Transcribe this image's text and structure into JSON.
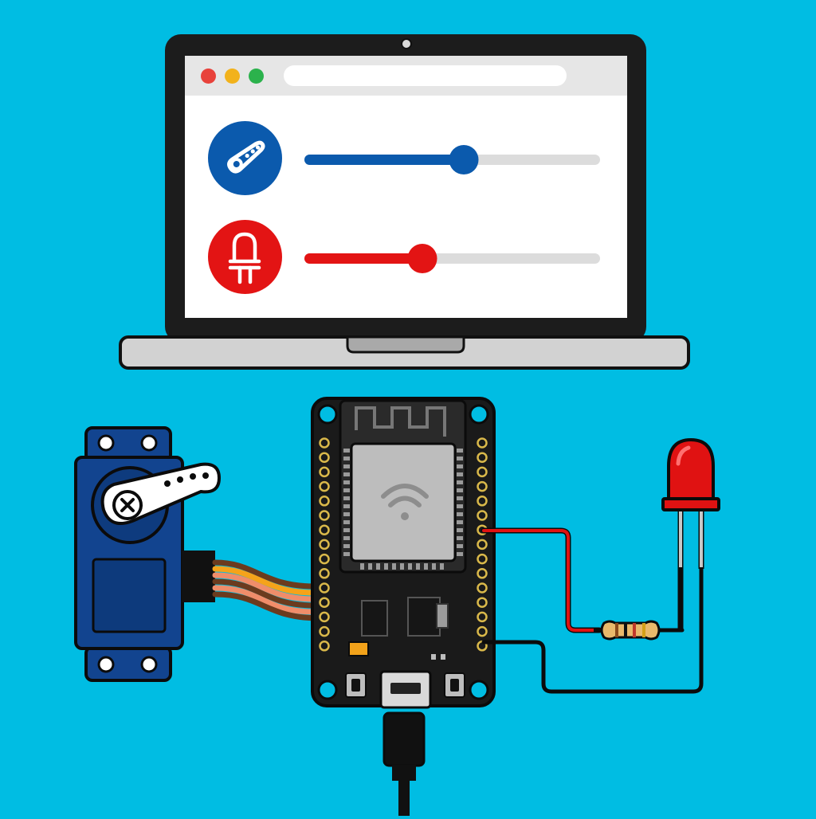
{
  "browser": {
    "window_controls": [
      {
        "name": "close",
        "color": "#e8423b"
      },
      {
        "name": "minimize",
        "color": "#f2b21b"
      },
      {
        "name": "maximize",
        "color": "#2bb24c"
      }
    ],
    "address_bar_text": ""
  },
  "controls": [
    {
      "id": "servo",
      "icon": "servo-horn-icon",
      "color": "#0b5aad",
      "level": 0.54
    },
    {
      "id": "led",
      "icon": "led-icon",
      "color": "#e31414",
      "level": 0.4
    }
  ],
  "colors": {
    "background": "#00bde3",
    "board": "#1a1a1a",
    "servo_body": "#12448f",
    "led": "#e01212",
    "wire_signal": "#e01212",
    "wire_ground": "#111111"
  }
}
